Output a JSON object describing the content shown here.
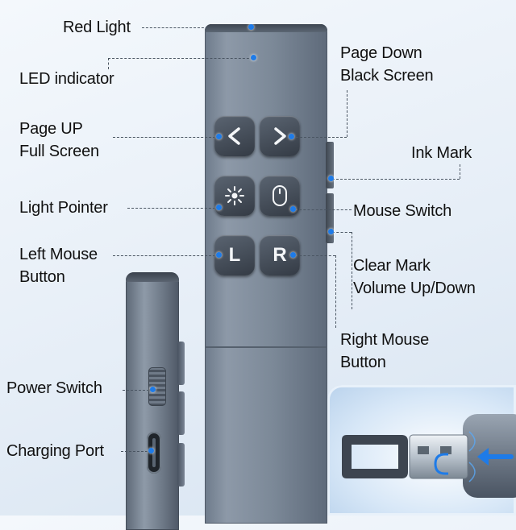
{
  "labels": {
    "red_light": "Red Light",
    "led_indicator": "LED indicator",
    "page_up_1": "Page UP",
    "page_up_2": "Full Screen",
    "light_pointer": "Light Pointer",
    "left_mouse_1": "Left Mouse",
    "left_mouse_2": "Button",
    "power_switch": "Power Switch",
    "charging_port": "Charging Port",
    "page_down_1": "Page Down",
    "page_down_2": "Black Screen",
    "ink_mark": "Ink Mark",
    "mouse_switch": "Mouse Switch",
    "clear_mark_1": "Clear Mark",
    "clear_mark_2": "Volume Up/Down",
    "right_mouse_1": "Right Mouse",
    "right_mouse_2": "Button"
  },
  "buttons": {
    "left_mouse_glyph": "L",
    "right_mouse_glyph": "R"
  },
  "icons": [
    "chevron-left-icon",
    "chevron-right-icon",
    "laser-pointer-icon",
    "mouse-icon",
    "arrow-right-icon",
    "usb-icon"
  ],
  "colors": {
    "callout_dot": "#1e7be8",
    "remote_body": "#7c8998",
    "button_face": "#3f4751"
  }
}
